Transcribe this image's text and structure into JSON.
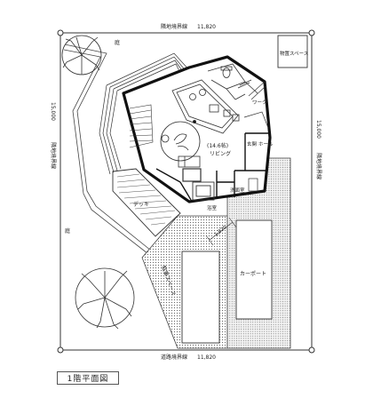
{
  "caption": "1階平面図",
  "boundary": {
    "north_label": "隣地境界線",
    "north_dim": "11,820",
    "south_label": "道路境界線",
    "south_dim": "11,820",
    "west_label": "隣地境界線",
    "west_dim": "15,000",
    "east_label": "隣地境界線",
    "east_dim": "15,000"
  },
  "rooms": {
    "storage": "物置スペース",
    "garden_north": "庭",
    "garden_south": "庭",
    "living_area": "(14.6帖)",
    "living_name": "リビング",
    "workspace": "ワーク",
    "entrance": "玄関",
    "hall": "ホール",
    "washroom": "洗面室",
    "bath": "浴室",
    "deck": "デッキ",
    "parking": "駐車スペース",
    "carport": "カーポート",
    "dim_1820": "1,820"
  }
}
